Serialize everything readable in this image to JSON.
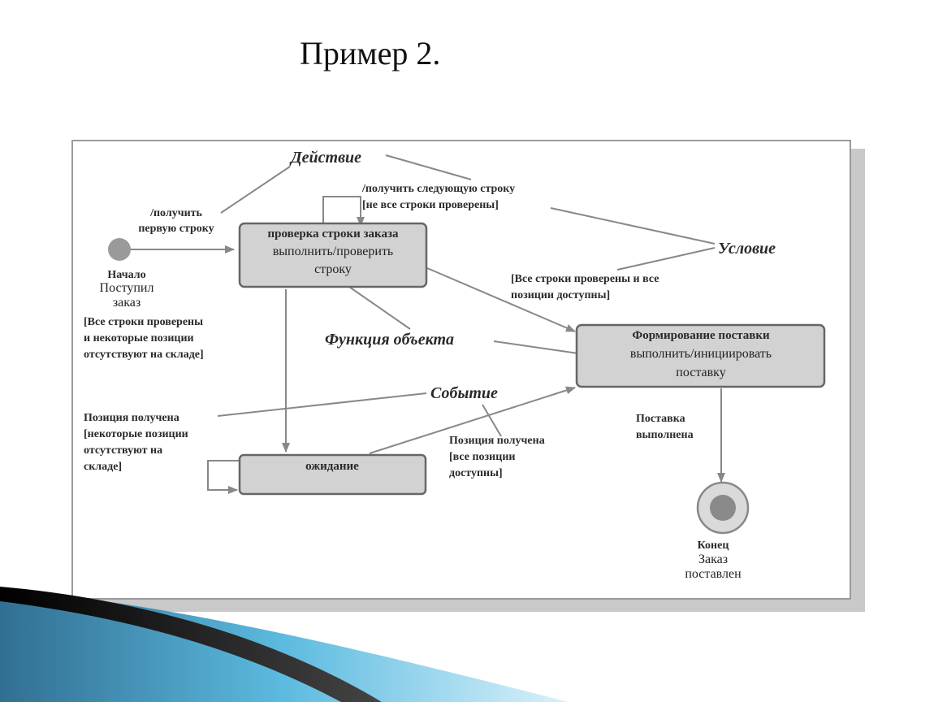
{
  "slide": {
    "title": "Пример 2."
  },
  "diagram": {
    "states": {
      "check": {
        "lines": [
          "проверка строки заказа",
          "выполнить/проверить",
          "строку"
        ]
      },
      "form": {
        "lines": [
          "Формирование поставки",
          "выполнить/инициировать",
          "поставку"
        ]
      },
      "wait": {
        "lines": [
          "ожидание"
        ]
      }
    },
    "start": {
      "lines": [
        "Начало",
        "Поступил",
        "заказ"
      ]
    },
    "end": {
      "lines": [
        "Конец",
        "Заказ",
        "поставлен"
      ]
    },
    "annotations": {
      "action": "Действие",
      "condition": "Условие",
      "object_function": "Функция объекта",
      "event": "Событие"
    },
    "transitions": {
      "get_first": [
        "/получить",
        "первую строку"
      ],
      "get_next": [
        "/получить следующую строку",
        "[не все строки проверены]"
      ],
      "all_available": [
        "[Все строки проверены и все",
        "позиции доступны]"
      ],
      "some_missing": [
        "[Все строки проверены",
        "и некоторые позиции",
        "отсутствуют на складе]"
      ],
      "received_some": [
        "Позиция получена",
        "[некоторые позиции",
        "отсутствуют на",
        "складе]"
      ],
      "received_all": [
        "Позиция получена",
        "[все позиции",
        "доступны]"
      ],
      "delivered": [
        "Поставка",
        "выполнена"
      ]
    }
  }
}
